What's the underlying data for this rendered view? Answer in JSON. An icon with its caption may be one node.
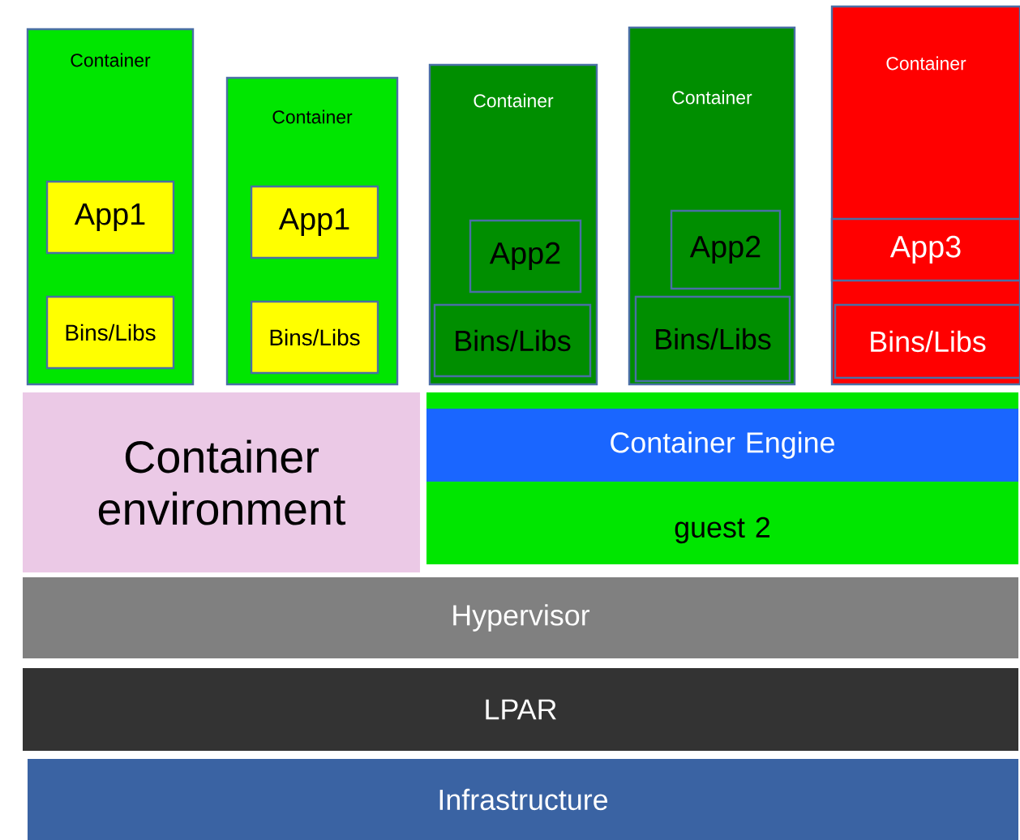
{
  "diagram": {
    "nodes": [
      {
        "text": [
          "Container"
        ]
      },
      {
        "text": [
          "App1"
        ],
        "in": 0
      },
      {
        "text": [
          "Bins/Libs"
        ],
        "in": 0
      },
      {
        "text": [
          "Container"
        ]
      },
      {
        "text": [
          "App1"
        ],
        "in": 3
      },
      {
        "text": [
          "Bins/Libs"
        ],
        "in": 3
      },
      {
        "text": [
          "Container"
        ]
      },
      {
        "text": [
          "App2"
        ],
        "in": 6
      },
      {
        "text": [
          "Bins/Libs"
        ],
        "in": 6
      },
      {
        "text": [
          "Container"
        ]
      },
      {
        "text": [
          "App2"
        ],
        "in": 9
      },
      {
        "text": [
          "Bins/Libs"
        ],
        "in": 9
      },
      {
        "text": [
          "Container"
        ]
      },
      {
        "text": [
          "App3"
        ],
        "in": 12
      },
      {
        "text": [
          "Bins/Libs"
        ],
        "in": 12
      },
      {
        "text": [
          "Container environment"
        ]
      },
      {
        "text": [
          "guest 2"
        ]
      },
      {
        "text": [
          "Container Engine"
        ],
        "in": 16
      },
      {
        "text": [
          "Hypervisor"
        ]
      },
      {
        "text": [
          "LPAR"
        ]
      },
      {
        "text": [
          "Infrastructure"
        ]
      }
    ]
  }
}
